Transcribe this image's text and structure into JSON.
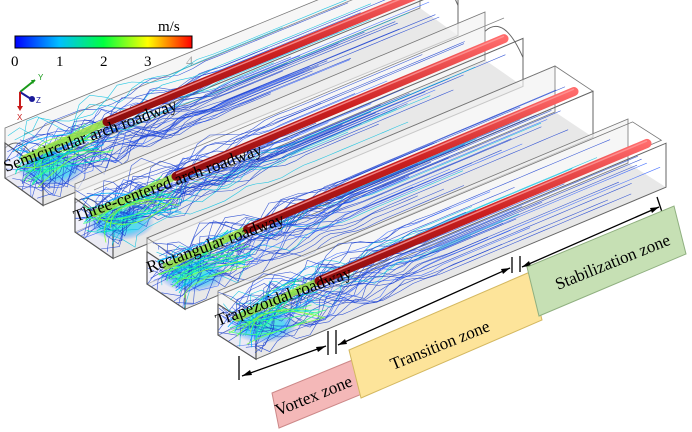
{
  "colorbar": {
    "unit": "m/s",
    "ticks": [
      "0",
      "1",
      "2",
      "3",
      "4"
    ],
    "stops": [
      "#0000ff",
      "#00bfff",
      "#00ff40",
      "#ffff00",
      "#ff0000"
    ]
  },
  "axis_triad": {
    "y": "Y",
    "z": "Z",
    "x": "X"
  },
  "roadways": [
    {
      "label": "Semicircular arch roadway"
    },
    {
      "label": "Three-centered arch roadway"
    },
    {
      "label": "Rectangular roadway"
    },
    {
      "label": "Trapezoidal roadway"
    }
  ],
  "zones": [
    {
      "label": "Vortex zone",
      "fill": "#f4b8b8"
    },
    {
      "label": "Transition zone",
      "fill": "#fde49a"
    },
    {
      "label": "Stabilization zone",
      "fill": "#c6e0b4"
    }
  ],
  "colors": {
    "duct": "#cc2020",
    "streamline": "#1a40d0",
    "box_edge": "#555555"
  }
}
